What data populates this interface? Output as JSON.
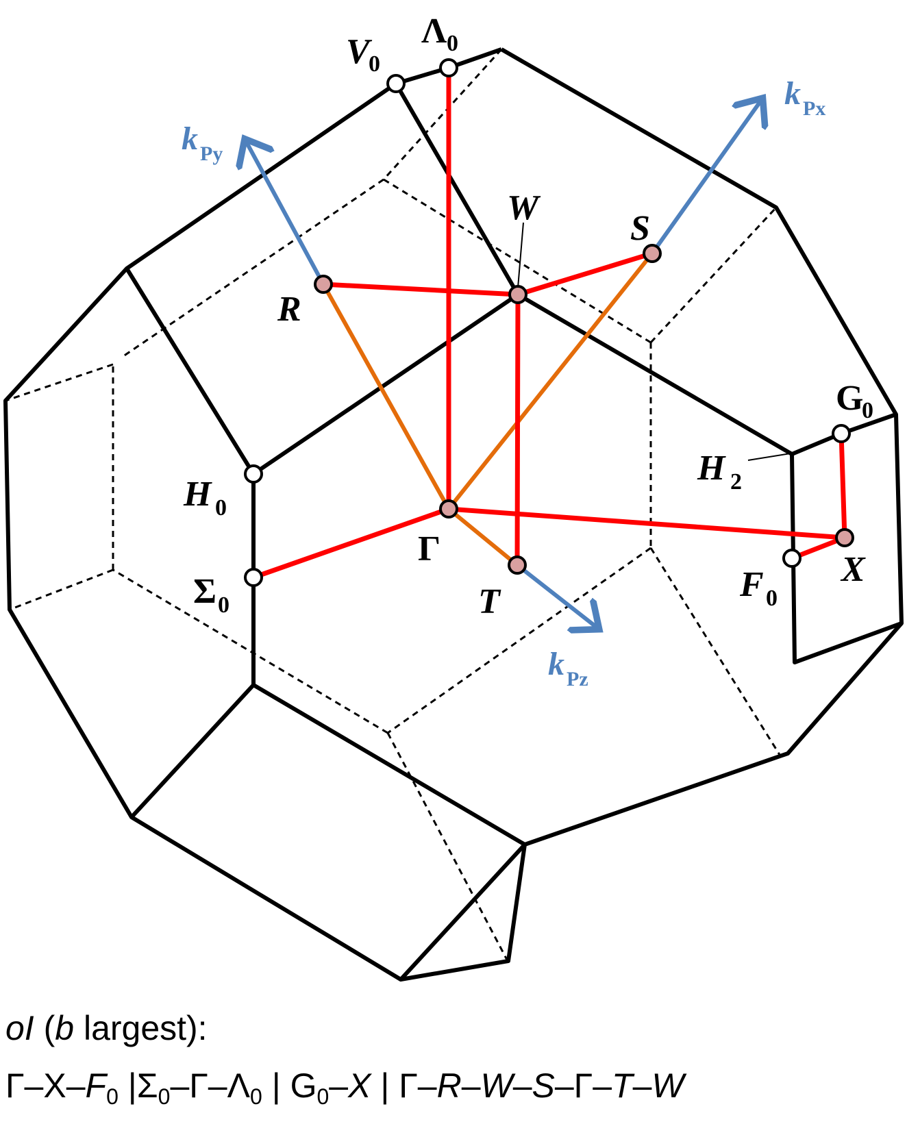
{
  "diagram": {
    "points": {
      "gamma": "Γ",
      "x": "X",
      "r": "R",
      "w": "W",
      "s": "S",
      "t": "T",
      "f0": "F",
      "g0": "G",
      "h0": "H",
      "h2": "H",
      "sigma0": "Σ",
      "lambda0": "Λ",
      "v0": "V",
      "sub0": "0",
      "sub2": "2"
    },
    "axes": {
      "kx_main": "k",
      "kx_sub": "Px",
      "ky_main": "k",
      "ky_sub": "Py",
      "kz_main": "k",
      "kz_sub": "Pz"
    },
    "colors": {
      "edge": "#000000",
      "path_red": "#ff0000",
      "path_orange": "#e46c0a",
      "axis_blue": "#4f81bd",
      "point_fill": "#d9a0a0",
      "open_point_fill": "#ffffff"
    }
  },
  "caption": {
    "line1": {
      "a": "oI",
      "b": " (",
      "c": "b",
      "d": " largest):"
    },
    "line2": {
      "p1": "Γ–X–",
      "p2": "F",
      "p2sub": "0",
      "p3": " |Σ",
      "p3sub": "0",
      "p4": "–Γ–Λ",
      "p4sub": "0",
      "p5": " | G",
      "p5sub": "0",
      "p6": "–",
      "p7": "X",
      "p8": " | Γ–",
      "p9": "R",
      "p10": "–",
      "p11": "W",
      "p12": "–",
      "p13": "S",
      "p14": "–Γ–",
      "p15": "T",
      "p16": "–",
      "p17": "W"
    }
  }
}
